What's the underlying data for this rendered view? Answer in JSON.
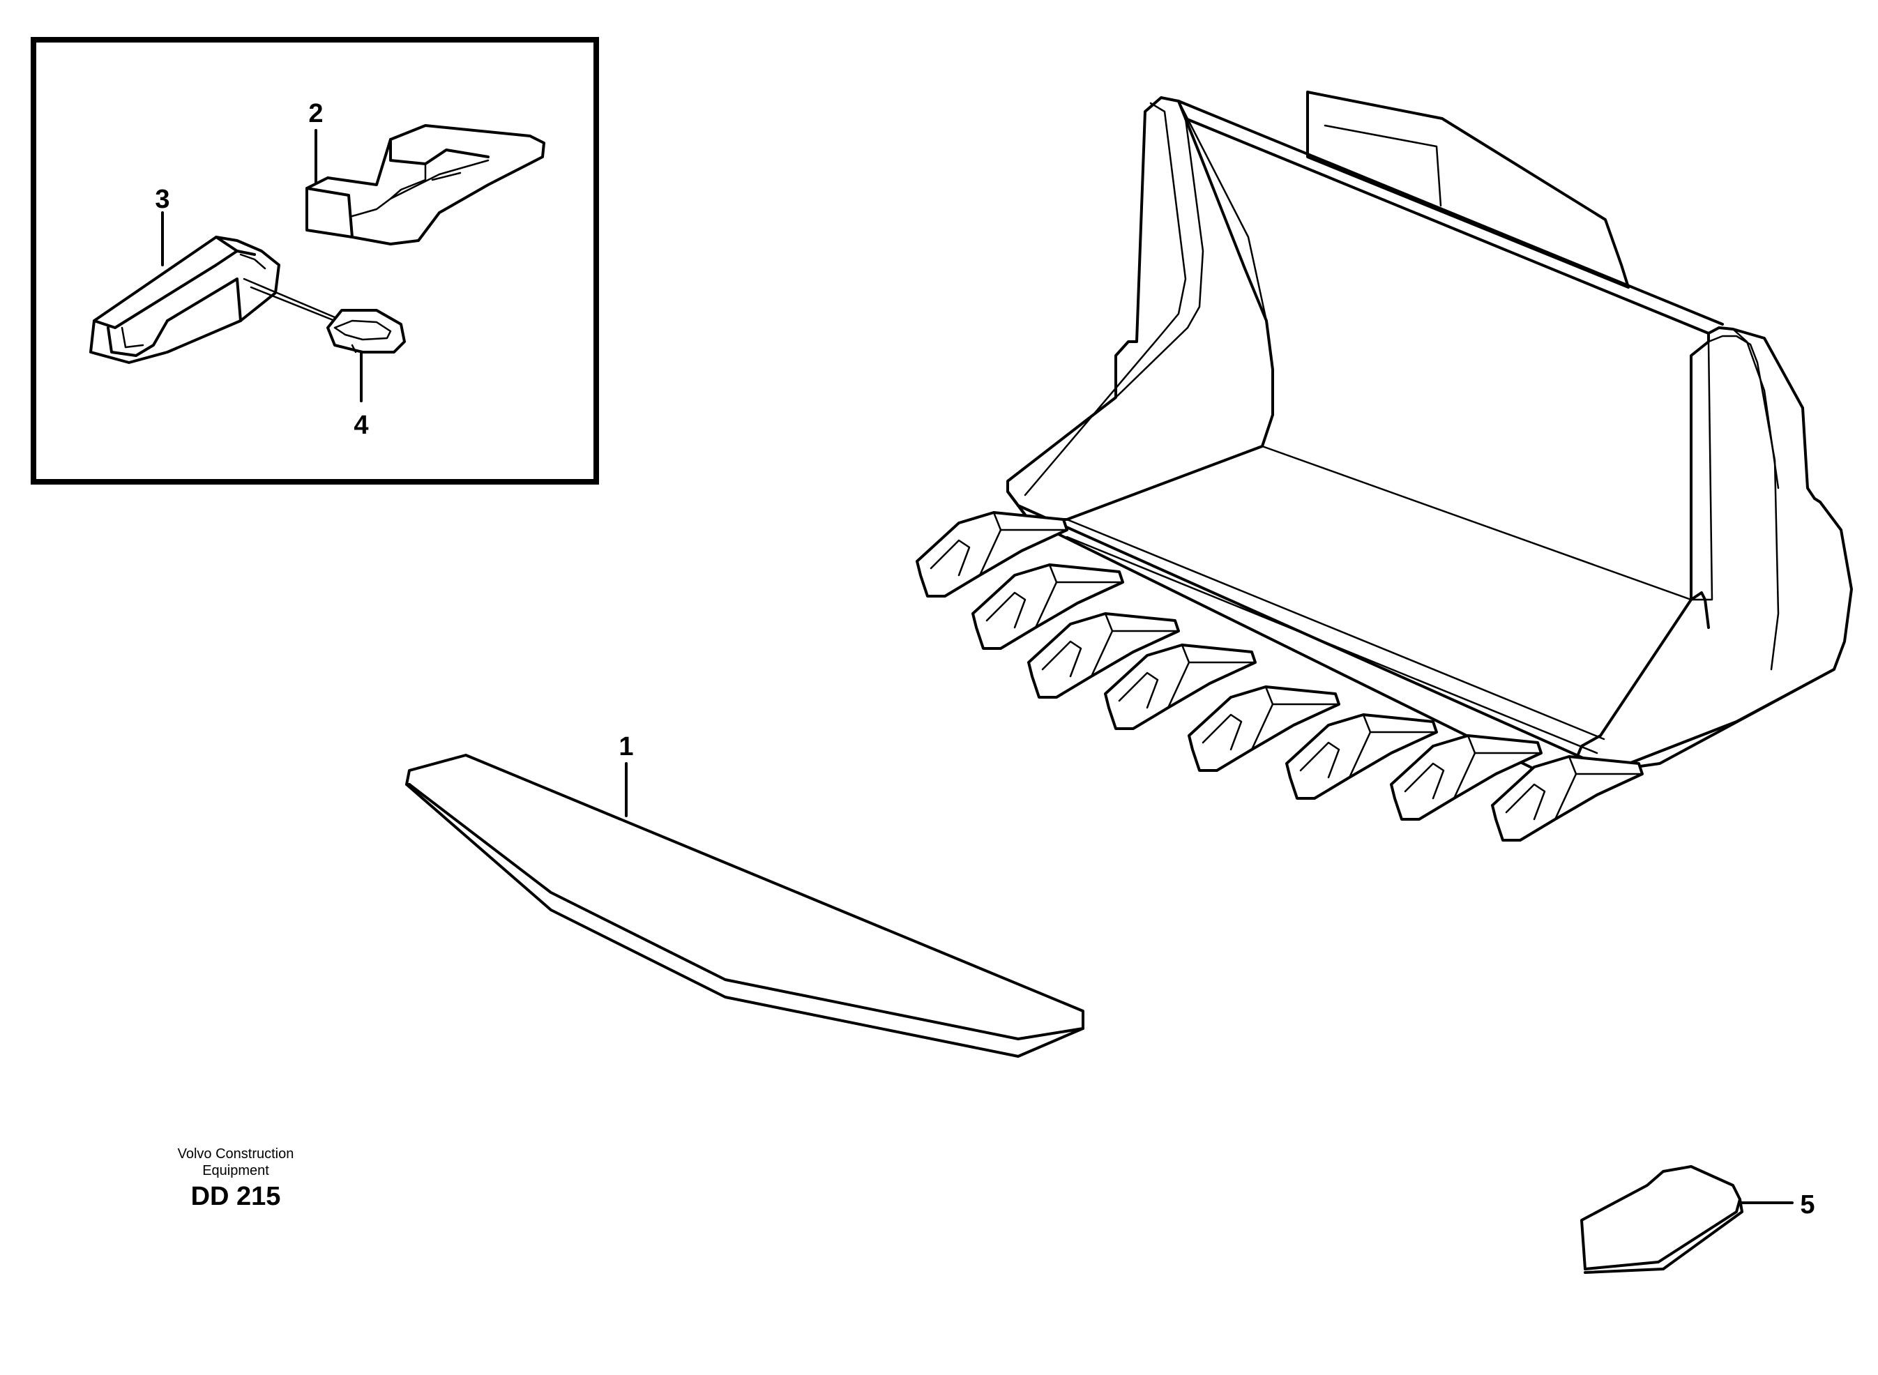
{
  "diagram": {
    "callouts": [
      {
        "id": "part-1",
        "label": "1"
      },
      {
        "id": "part-2",
        "label": "2"
      },
      {
        "id": "part-3",
        "label": "3"
      },
      {
        "id": "part-4",
        "label": "4"
      },
      {
        "id": "part-5",
        "label": "5"
      }
    ],
    "credit": {
      "line1": "Volvo Construction",
      "line2": "Equipment",
      "code": "DD 215"
    }
  }
}
